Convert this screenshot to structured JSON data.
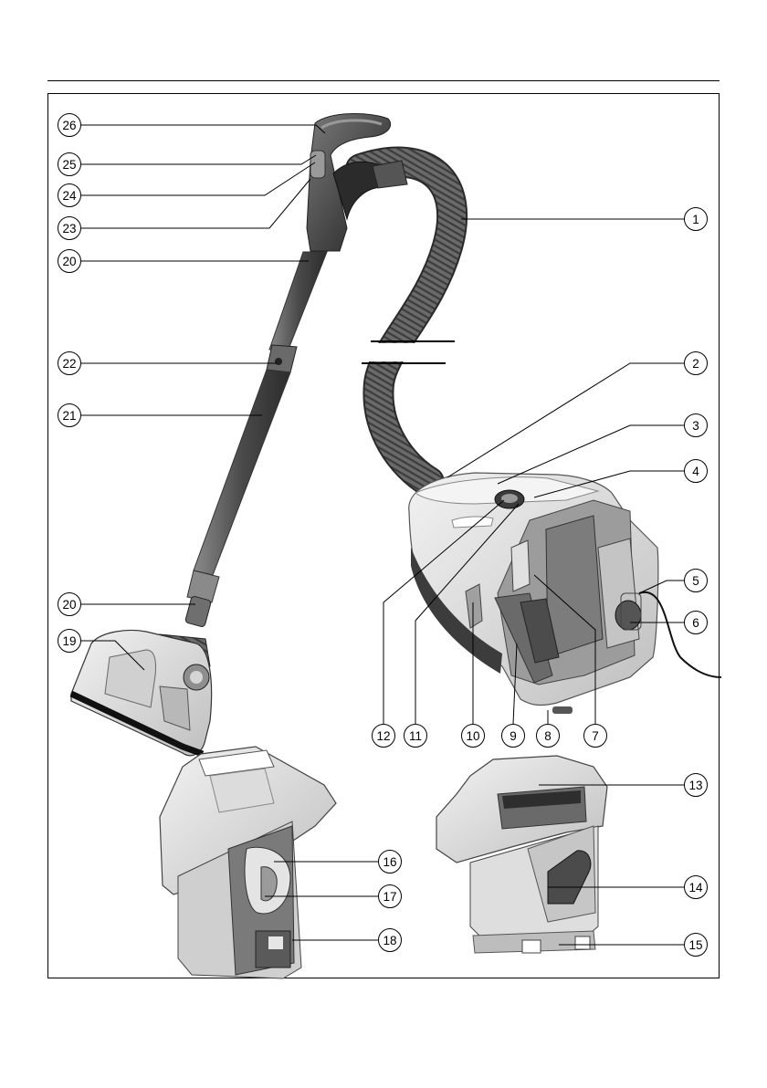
{
  "callouts": {
    "c1": "1",
    "c2": "2",
    "c3": "3",
    "c4": "4",
    "c5": "5",
    "c6": "6",
    "c7": "7",
    "c8": "8",
    "c9": "9",
    "c10": "10",
    "c11": "11",
    "c12": "12",
    "c13": "13",
    "c14": "14",
    "c15": "15",
    "c16": "16",
    "c17": "17",
    "c18": "18",
    "c19": "19",
    "c20a": "20",
    "c20b": "20",
    "c21": "21",
    "c22": "22",
    "c23": "23",
    "c24": "24",
    "c25": "25",
    "c26": "26"
  },
  "colors": {
    "body_light": "#e6e6e6",
    "body_mid": "#bdbdbd",
    "body_dark": "#6e6e6e",
    "handle_dark": "#3a3a3a",
    "hose": "#575757"
  }
}
